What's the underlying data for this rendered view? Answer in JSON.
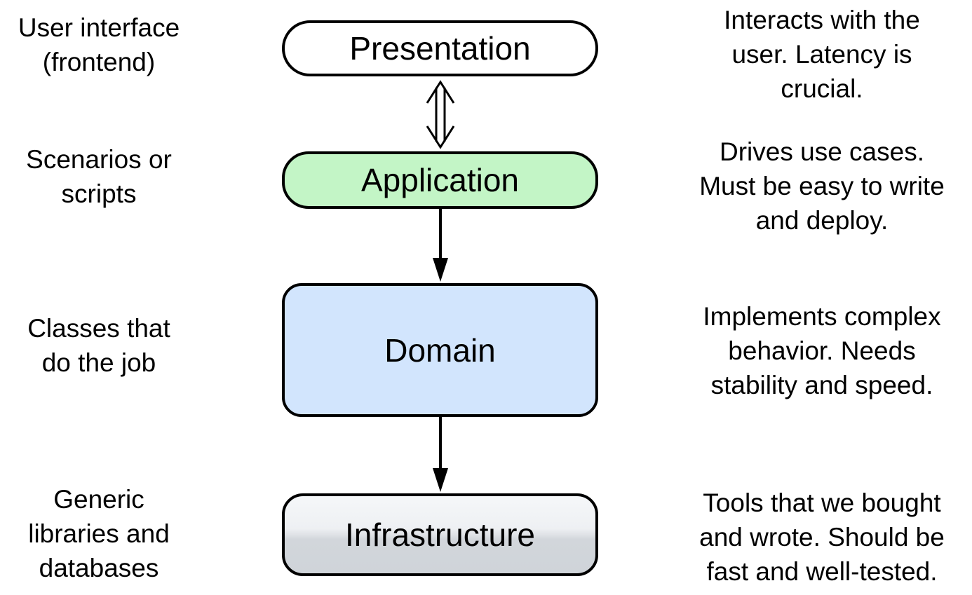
{
  "layers": [
    {
      "label": "Presentation",
      "left_text": "User interface\n(frontend)",
      "right_text": "Interacts with the\nuser. Latency is\ncrucial.",
      "fill": "#ffffff"
    },
    {
      "label": "Application",
      "left_text": "Scenarios or\nscripts",
      "right_text": "Drives use cases.\nMust be easy to write\nand deploy.",
      "fill": "#c3f5c6"
    },
    {
      "label": "Domain",
      "left_text": "Classes that\ndo the job",
      "right_text": "Implements complex\nbehavior. Needs\nstability and speed.",
      "fill": "#d2e5fd"
    },
    {
      "label": "Infrastructure",
      "left_text": "Generic\nlibraries and\ndatabases",
      "right_text": "Tools that we bought\nand wrote. Should be\nfast and well-tested.",
      "fill": "#d2d6db"
    }
  ],
  "connectors": [
    {
      "from": "Presentation",
      "to": "Application",
      "style": "double-headed hollow"
    },
    {
      "from": "Application",
      "to": "Domain",
      "style": "single-headed solid"
    },
    {
      "from": "Domain",
      "to": "Infrastructure",
      "style": "single-headed solid"
    }
  ]
}
